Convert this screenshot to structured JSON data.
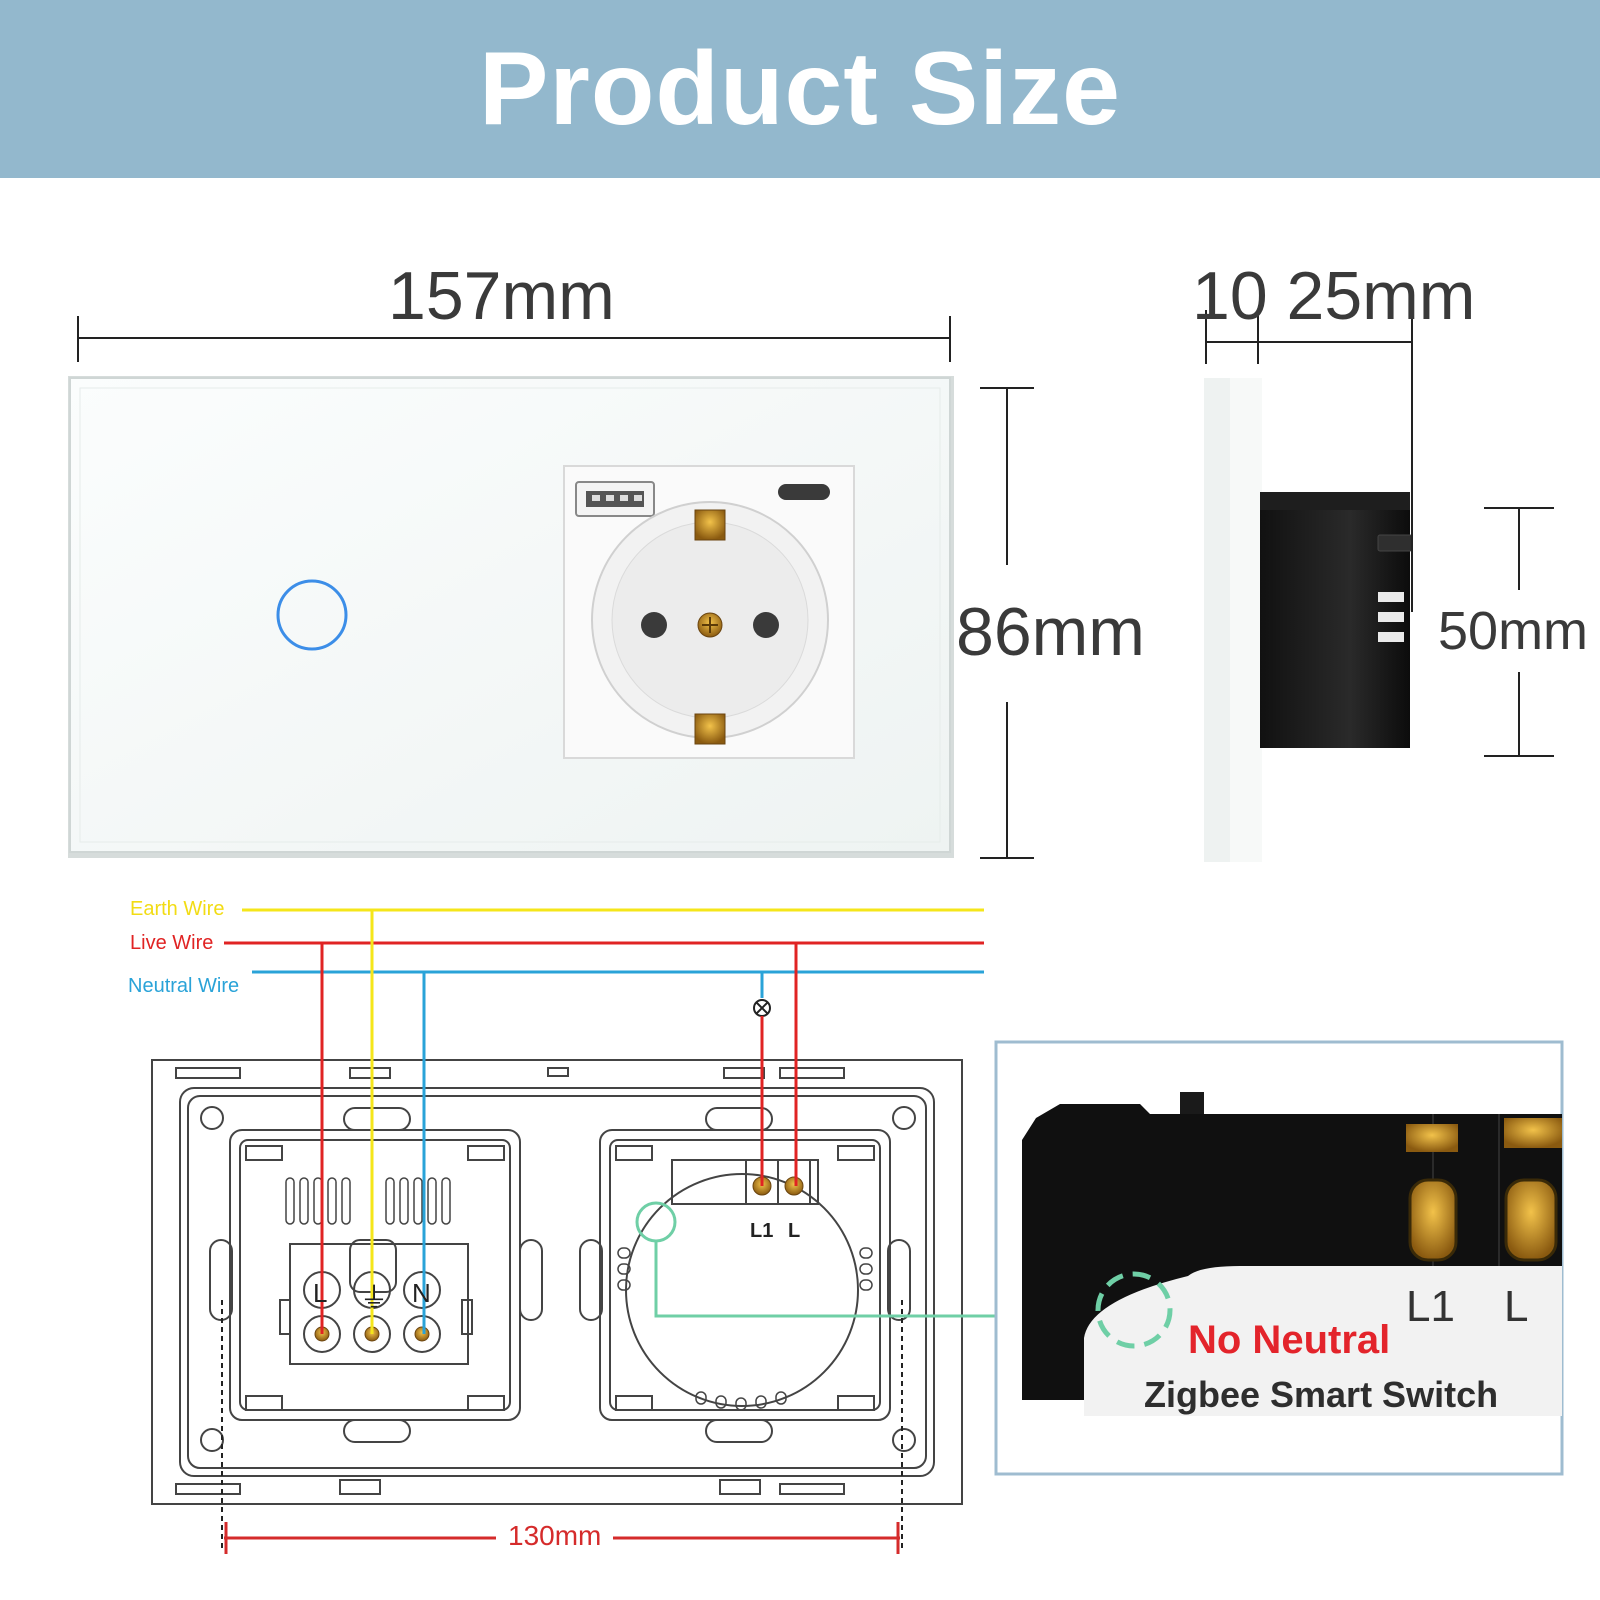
{
  "header": {
    "title": "Product Size",
    "bg": "#93b8cd"
  },
  "dimensions": {
    "width": "157mm",
    "height": "86mm",
    "depth": "10 25mm",
    "body_height": "50mm",
    "mount_spacing": "130mm"
  },
  "wires": {
    "earth": {
      "label": "Earth Wire",
      "color": "#f5e61a"
    },
    "live": {
      "label": "Live Wire",
      "color": "#e02323"
    },
    "neutral": {
      "label": "Neutral Wire",
      "color": "#2aa3d8"
    }
  },
  "socket_terminals": {
    "live": "L",
    "earth": "⏚",
    "neutral": "N"
  },
  "switch_terminals": {
    "l1": "L1",
    "l": "L"
  },
  "inset": {
    "l1": "L1",
    "l": "L",
    "no_neutral": "No Neutral",
    "product": "Zigbee Smart Switch"
  },
  "icons": {
    "touch_button": "touch-circle-icon",
    "lamp": "lamp-symbol-icon",
    "usb_a": "usb-a-port-icon",
    "usb_c": "usb-c-port-icon"
  }
}
